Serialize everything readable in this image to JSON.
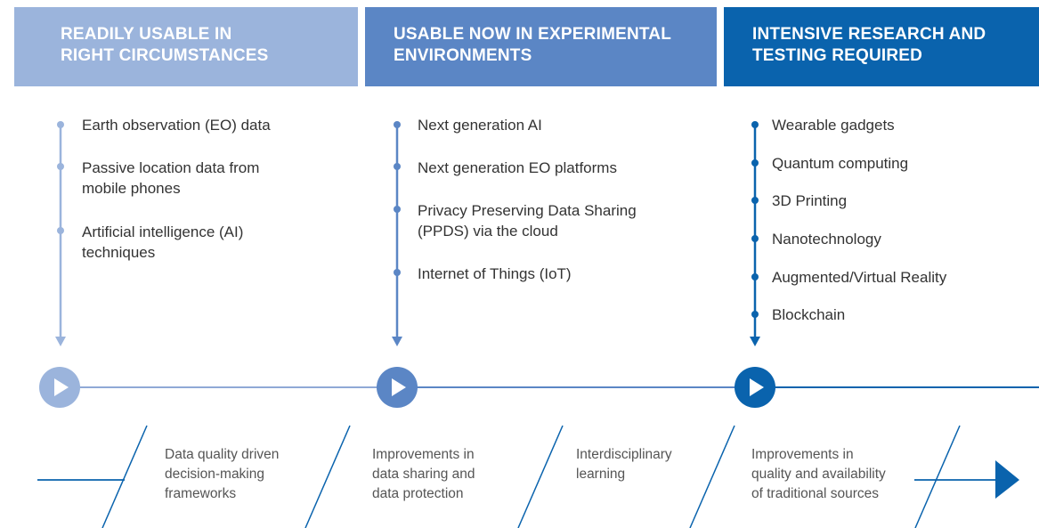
{
  "columns": [
    {
      "header": [
        "READILY USABLE IN",
        "RIGHT CIRCUMSTANCES"
      ],
      "color": "#9bb4dc",
      "items": [
        "Earth observation (EO) data",
        "Passive location data from mobile phones",
        "Artificial intelligence (AI) techniques"
      ]
    },
    {
      "header": [
        "USABLE NOW IN EXPERIMENTAL",
        "ENVIRONMENTS"
      ],
      "color": "#5b86c5",
      "items": [
        "Next generation AI",
        "Next generation EO platforms",
        "Privacy Preserving Data Sharing (PPDS) via the cloud",
        "Internet of Things (IoT)"
      ]
    },
    {
      "header": [
        "INTENSIVE RESEARCH AND",
        "TESTING REQUIRED"
      ],
      "color": "#0a63ad",
      "items": [
        "Wearable gadgets",
        "Quantum computing",
        "3D Printing",
        "Nanotechnology",
        "Augmented/Virtual Reality",
        "Blockchain"
      ]
    }
  ],
  "enablers": [
    [
      "Data quality driven",
      "decision-making",
      "frameworks"
    ],
    [
      "Improvements in",
      "data sharing and",
      "data protection"
    ],
    [
      "Interdisciplinary",
      "learning"
    ],
    [
      "Improvements in",
      "quality and availability",
      "of traditional sources"
    ]
  ],
  "icons": {
    "play": "play-circle-icon",
    "arrow": "arrow-right-icon"
  }
}
